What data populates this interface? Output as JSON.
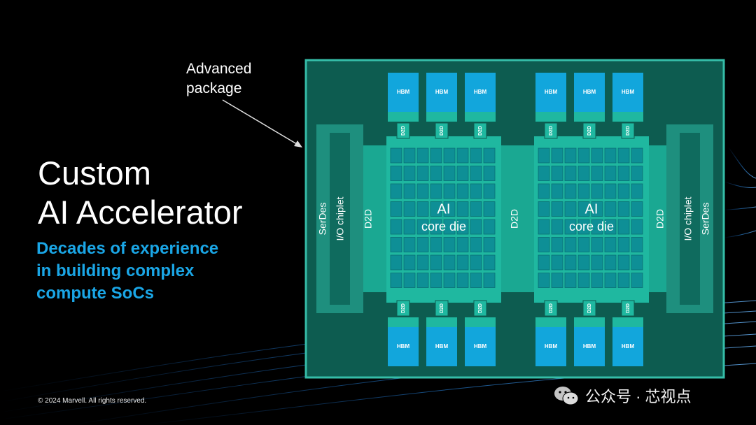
{
  "title": {
    "line1": "Custom",
    "line2": "AI Accelerator"
  },
  "subtitle": {
    "line1": "Decades of experience",
    "line2": "in building complex",
    "line3": "compute SoCs"
  },
  "package_label": {
    "line1": "Advanced",
    "line2": "package"
  },
  "diagram": {
    "hbm_label": "HBM",
    "d2d_label": "D2D",
    "io_chiplet_label": "I/O chiplet",
    "serdes_label": "SerDes",
    "core_die_line1": "AI",
    "core_die_line2": "core die"
  },
  "footer": {
    "copyright": "© 2024 Marvell. All rights reserved.",
    "watermark": "公众号 · 芯视点"
  },
  "colors": {
    "package": "#0d5c50",
    "package_border": "#35bda8",
    "core_die": "#1fb8a0",
    "hbm": "#12a6dc",
    "subtitle": "#1aa6e6"
  }
}
